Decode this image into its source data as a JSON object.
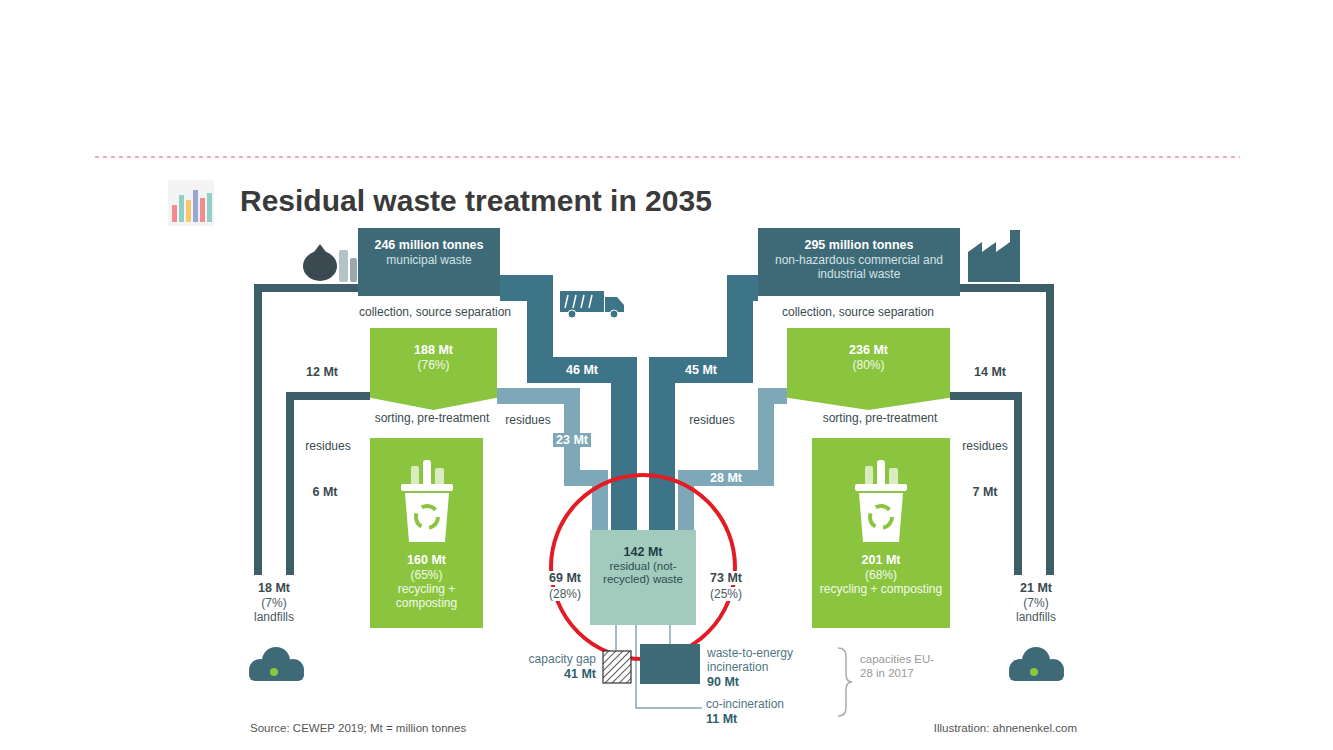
{
  "diagram": {
    "title": "Residual waste treatment in 2035",
    "nodes": [
      {
        "text": [
          "246 million tonnes",
          "municipal waste"
        ]
      },
      {
        "text": [
          "295 million tonnes",
          "non-hazardous commercial and industrial waste"
        ]
      },
      {
        "text": [
          "188 Mt",
          "(76%)"
        ]
      },
      {
        "text": [
          "236 Mt",
          "(80%)"
        ]
      },
      {
        "text": [
          "18 Mt",
          "(7%)",
          "landfills"
        ]
      },
      {
        "text": [
          "160 Mt",
          "(65%)",
          "recycling + composting"
        ]
      },
      {
        "text": [
          "142 Mt",
          "residual (not-recycled) waste"
        ]
      },
      {
        "text": [
          "201 Mt",
          "(68%)",
          "recycling + composting"
        ]
      },
      {
        "text": [
          "21 Mt",
          "(7%)",
          "landfills"
        ]
      },
      {
        "text": [
          "capacity gap",
          "41 Mt"
        ]
      },
      {
        "text": [
          "waste-to-energy incineration",
          "90 Mt"
        ]
      },
      {
        "text": [
          "co-incineration",
          "11 Mt"
        ]
      }
    ],
    "edges": [
      {
        "from": 0,
        "to": 4,
        "arrow": "none",
        "label": "12 Mt"
      },
      {
        "from": 2,
        "to": 4,
        "arrow": "none",
        "label": "6 Mt"
      },
      {
        "from": 0,
        "to": 6,
        "arrow": "none",
        "label": "46 Mt"
      },
      {
        "from": 2,
        "to": 6,
        "arrow": "none",
        "label": "23 Mt"
      },
      {
        "from": 1,
        "to": 6,
        "arrow": "none",
        "label": "45 Mt"
      },
      {
        "from": 3,
        "to": 6,
        "arrow": "none",
        "label": "28 Mt"
      },
      {
        "from": 1,
        "to": 8,
        "arrow": "none",
        "label": "14 Mt"
      },
      {
        "from": 3,
        "to": 8,
        "arrow": "none",
        "label": "7 Mt"
      },
      {
        "from": 6,
        "to": 9,
        "arrow": "none"
      },
      {
        "from": 6,
        "to": 10,
        "arrow": "none"
      },
      {
        "from": 6,
        "to": 11,
        "arrow": "none"
      }
    ],
    "labels": [
      "collection, source separation",
      "collection, source separation",
      "sorting, pre-treatment",
      "sorting, pre-treatment",
      "residues",
      "residues",
      "residues",
      "residues",
      "69 Mt",
      "(28%)",
      "73 Mt",
      "(25%)",
      "capacities EU-28 in 2017",
      "Source: CEWEP 2019; Mt = million tonnes",
      "Illustration: ahnenenkel.com"
    ]
  }
}
